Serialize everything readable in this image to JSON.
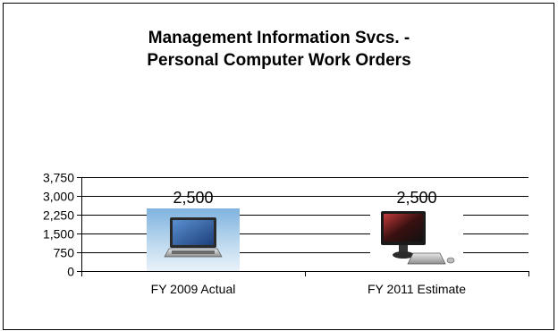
{
  "chart_data": {
    "type": "bar",
    "title_lines": [
      "Management Information Svcs. -",
      "Personal Computer Work Orders"
    ],
    "categories": [
      "FY 2009 Actual",
      "FY 2011 Estimate"
    ],
    "values": [
      2500,
      2500
    ],
    "data_labels": [
      "2,500",
      "2,500"
    ],
    "bar_images": [
      "laptop-icon",
      "desktop-computer-icon"
    ],
    "ylim": [
      0,
      3750
    ],
    "yticks": [
      0,
      750,
      1500,
      2250,
      3000,
      3750
    ],
    "ytick_labels": [
      "0",
      "750",
      "1,500",
      "2,250",
      "3,000",
      "3,750"
    ],
    "xlabel": "",
    "ylabel": "",
    "grid": true,
    "legend": "none"
  }
}
